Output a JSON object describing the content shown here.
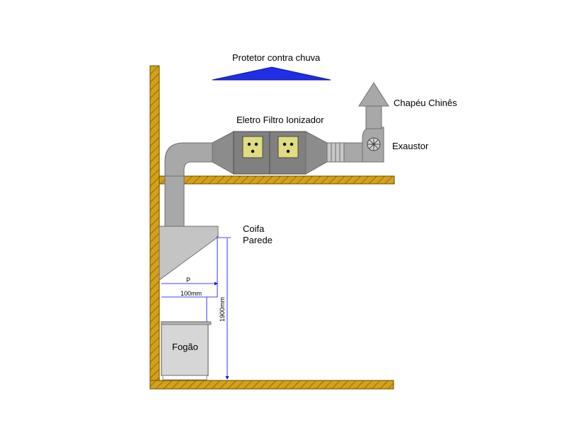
{
  "labels": {
    "rain_protector": "Protetor contra chuva",
    "ionizer_filter": "Eletro Filtro Ionizador",
    "chinese_hat": "Chapéu Chinês",
    "exhaust_fan": "Exaustor",
    "hood": "Coifa",
    "wall": "Parede",
    "stove": "Fogão",
    "dim_p": "P",
    "dim_100": "100mm",
    "dim_1900": "1900mm"
  },
  "colors": {
    "structure_fill": "#d4a017",
    "structure_hatch": "#6b4e00",
    "duct_gray": "#a8a8a8",
    "duct_dark": "#6e6e6e",
    "filter_box": "#808080",
    "filter_panel": "#e0dc80",
    "rain_cap": "#1f2fe8",
    "dimension_line": "#0000ff",
    "stove_body": "#d6d6d6"
  },
  "icons": {
    "fan": "fan-icon",
    "chinese_hat": "arrow-up-cap-icon"
  }
}
